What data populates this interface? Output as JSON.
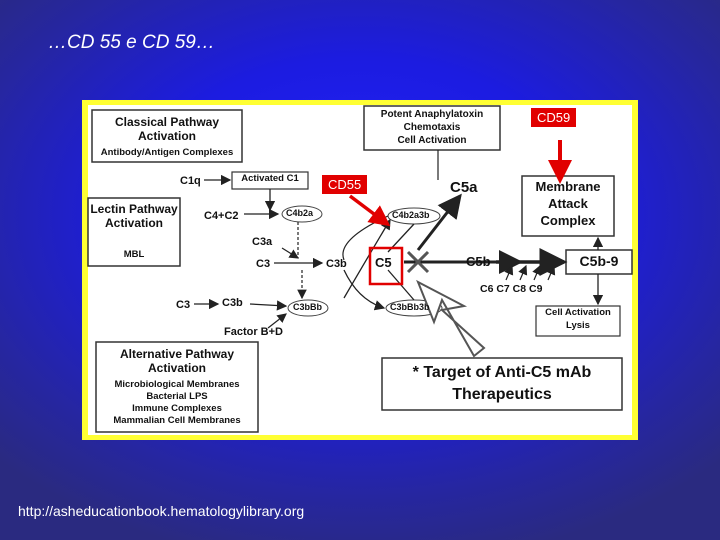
{
  "slide": {
    "title": "…CD 55 e CD 59…",
    "footer": "http://asheducationbook.hematologylibrary.org"
  },
  "diagram": {
    "classical": {
      "title": "Classical Pathway Activation",
      "subtitle": "Antibody/Antigen Complexes"
    },
    "lectin": {
      "title": "Lectin Pathway Activation",
      "subtitle": "MBL"
    },
    "alternative": {
      "title": "Alternative Pathway Activation",
      "items": [
        "Microbiological Membranes",
        "Bacterial LPS",
        "Immune Complexes",
        "Mammalian Cell Membranes"
      ]
    },
    "anaphylatoxin": [
      "Potent Anaphylatoxin",
      "Chemotaxis",
      "Cell Activation"
    ],
    "mac": [
      "Membrane",
      "Attack",
      "Complex"
    ],
    "lysis": [
      "Cell Activation",
      "Lysis"
    ],
    "target": [
      "* Target of Anti-C5 mAb",
      "Therapeutics"
    ],
    "nodes": {
      "c1q": "C1q",
      "activated_c1": "Activated C1",
      "c4c2": "C4+C2",
      "c4b2a": "C4b2a",
      "c3a": "C3a",
      "c3": "C3",
      "c3b": "C3b",
      "c3_alt": "C3",
      "c3b_alt": "C3b",
      "c3bbb": "C3bBb",
      "factor": "Factor B+D",
      "c4b2a3b": "C4b2a3b",
      "c3bbb3b": "C3bBb3b",
      "c5": "C5",
      "c5a": "C5a",
      "c5b": "C5b",
      "c6c9": "C6 C7 C8 C9",
      "c5b9": "C5b-9"
    },
    "cd55_label": "CD55",
    "cd59_label": "CD59"
  },
  "colors": {
    "panel_bg": "#ffff33",
    "highlight_red": "#e10000"
  }
}
